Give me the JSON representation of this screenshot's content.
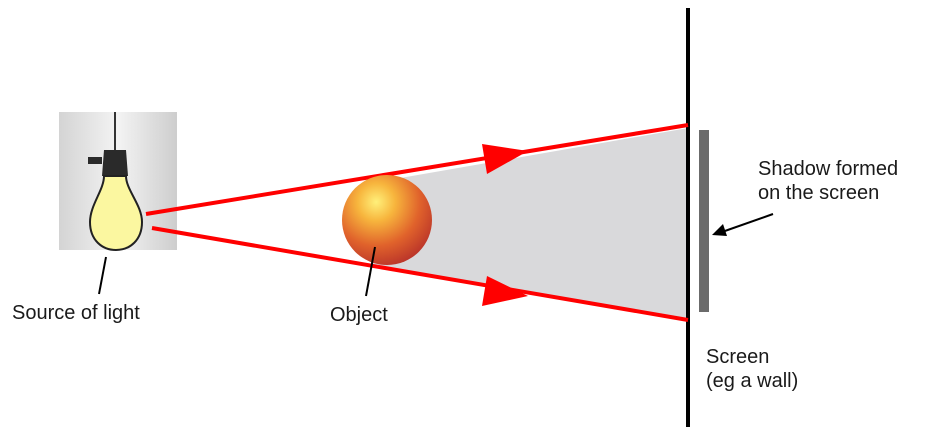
{
  "labels": {
    "source": "Source of light",
    "object": "Object",
    "shadow_line1": "Shadow formed",
    "shadow_line2": "on the screen",
    "screen_line1": "Screen",
    "screen_line2": "(eg a wall)"
  },
  "colors": {
    "ray": "#ff0000",
    "shadow_region": "#d9d9db",
    "screen": "#000000",
    "shadow_patch": "#6b6b6b",
    "bulb": "#fbf7a0"
  }
}
